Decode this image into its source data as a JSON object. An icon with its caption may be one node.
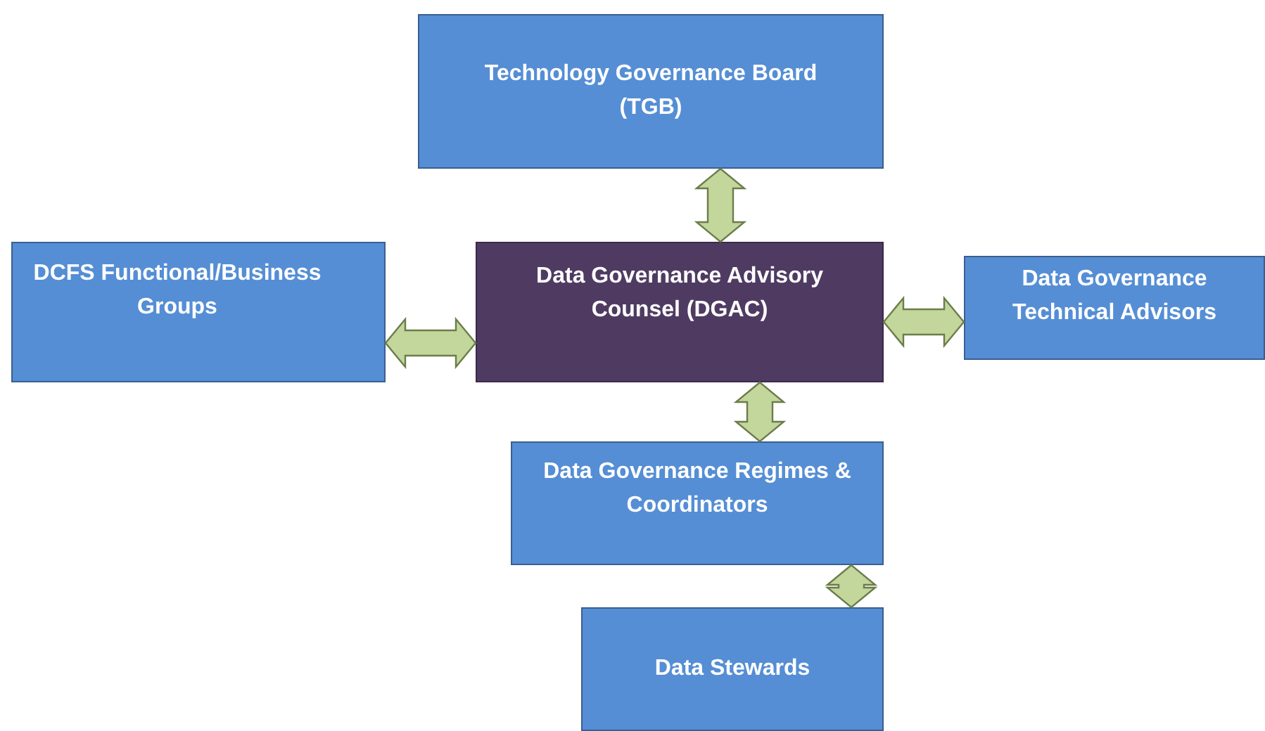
{
  "diagram": {
    "nodes": [
      {
        "text": [
          "Technology Governance Board (TGB)"
        ]
      },
      {
        "text": [
          "DCFS Functional/Business Groups"
        ]
      },
      {
        "text": [
          "Data Governance Advisory Counsel (DGAC)"
        ]
      },
      {
        "text": [
          "Data Governance Technical Advisors"
        ]
      },
      {
        "text": [
          "Data Governance Regimes & Coordinators"
        ]
      },
      {
        "text": [
          "Data Stewards"
        ]
      }
    ],
    "edges": [
      {
        "from": 0,
        "to": 2,
        "arrow": "both"
      },
      {
        "from": 1,
        "to": 2,
        "arrow": "both"
      },
      {
        "from": 2,
        "to": 3,
        "arrow": "both"
      },
      {
        "from": 2,
        "to": 4,
        "arrow": "both"
      },
      {
        "from": 4,
        "to": 5,
        "arrow": "both"
      }
    ]
  }
}
